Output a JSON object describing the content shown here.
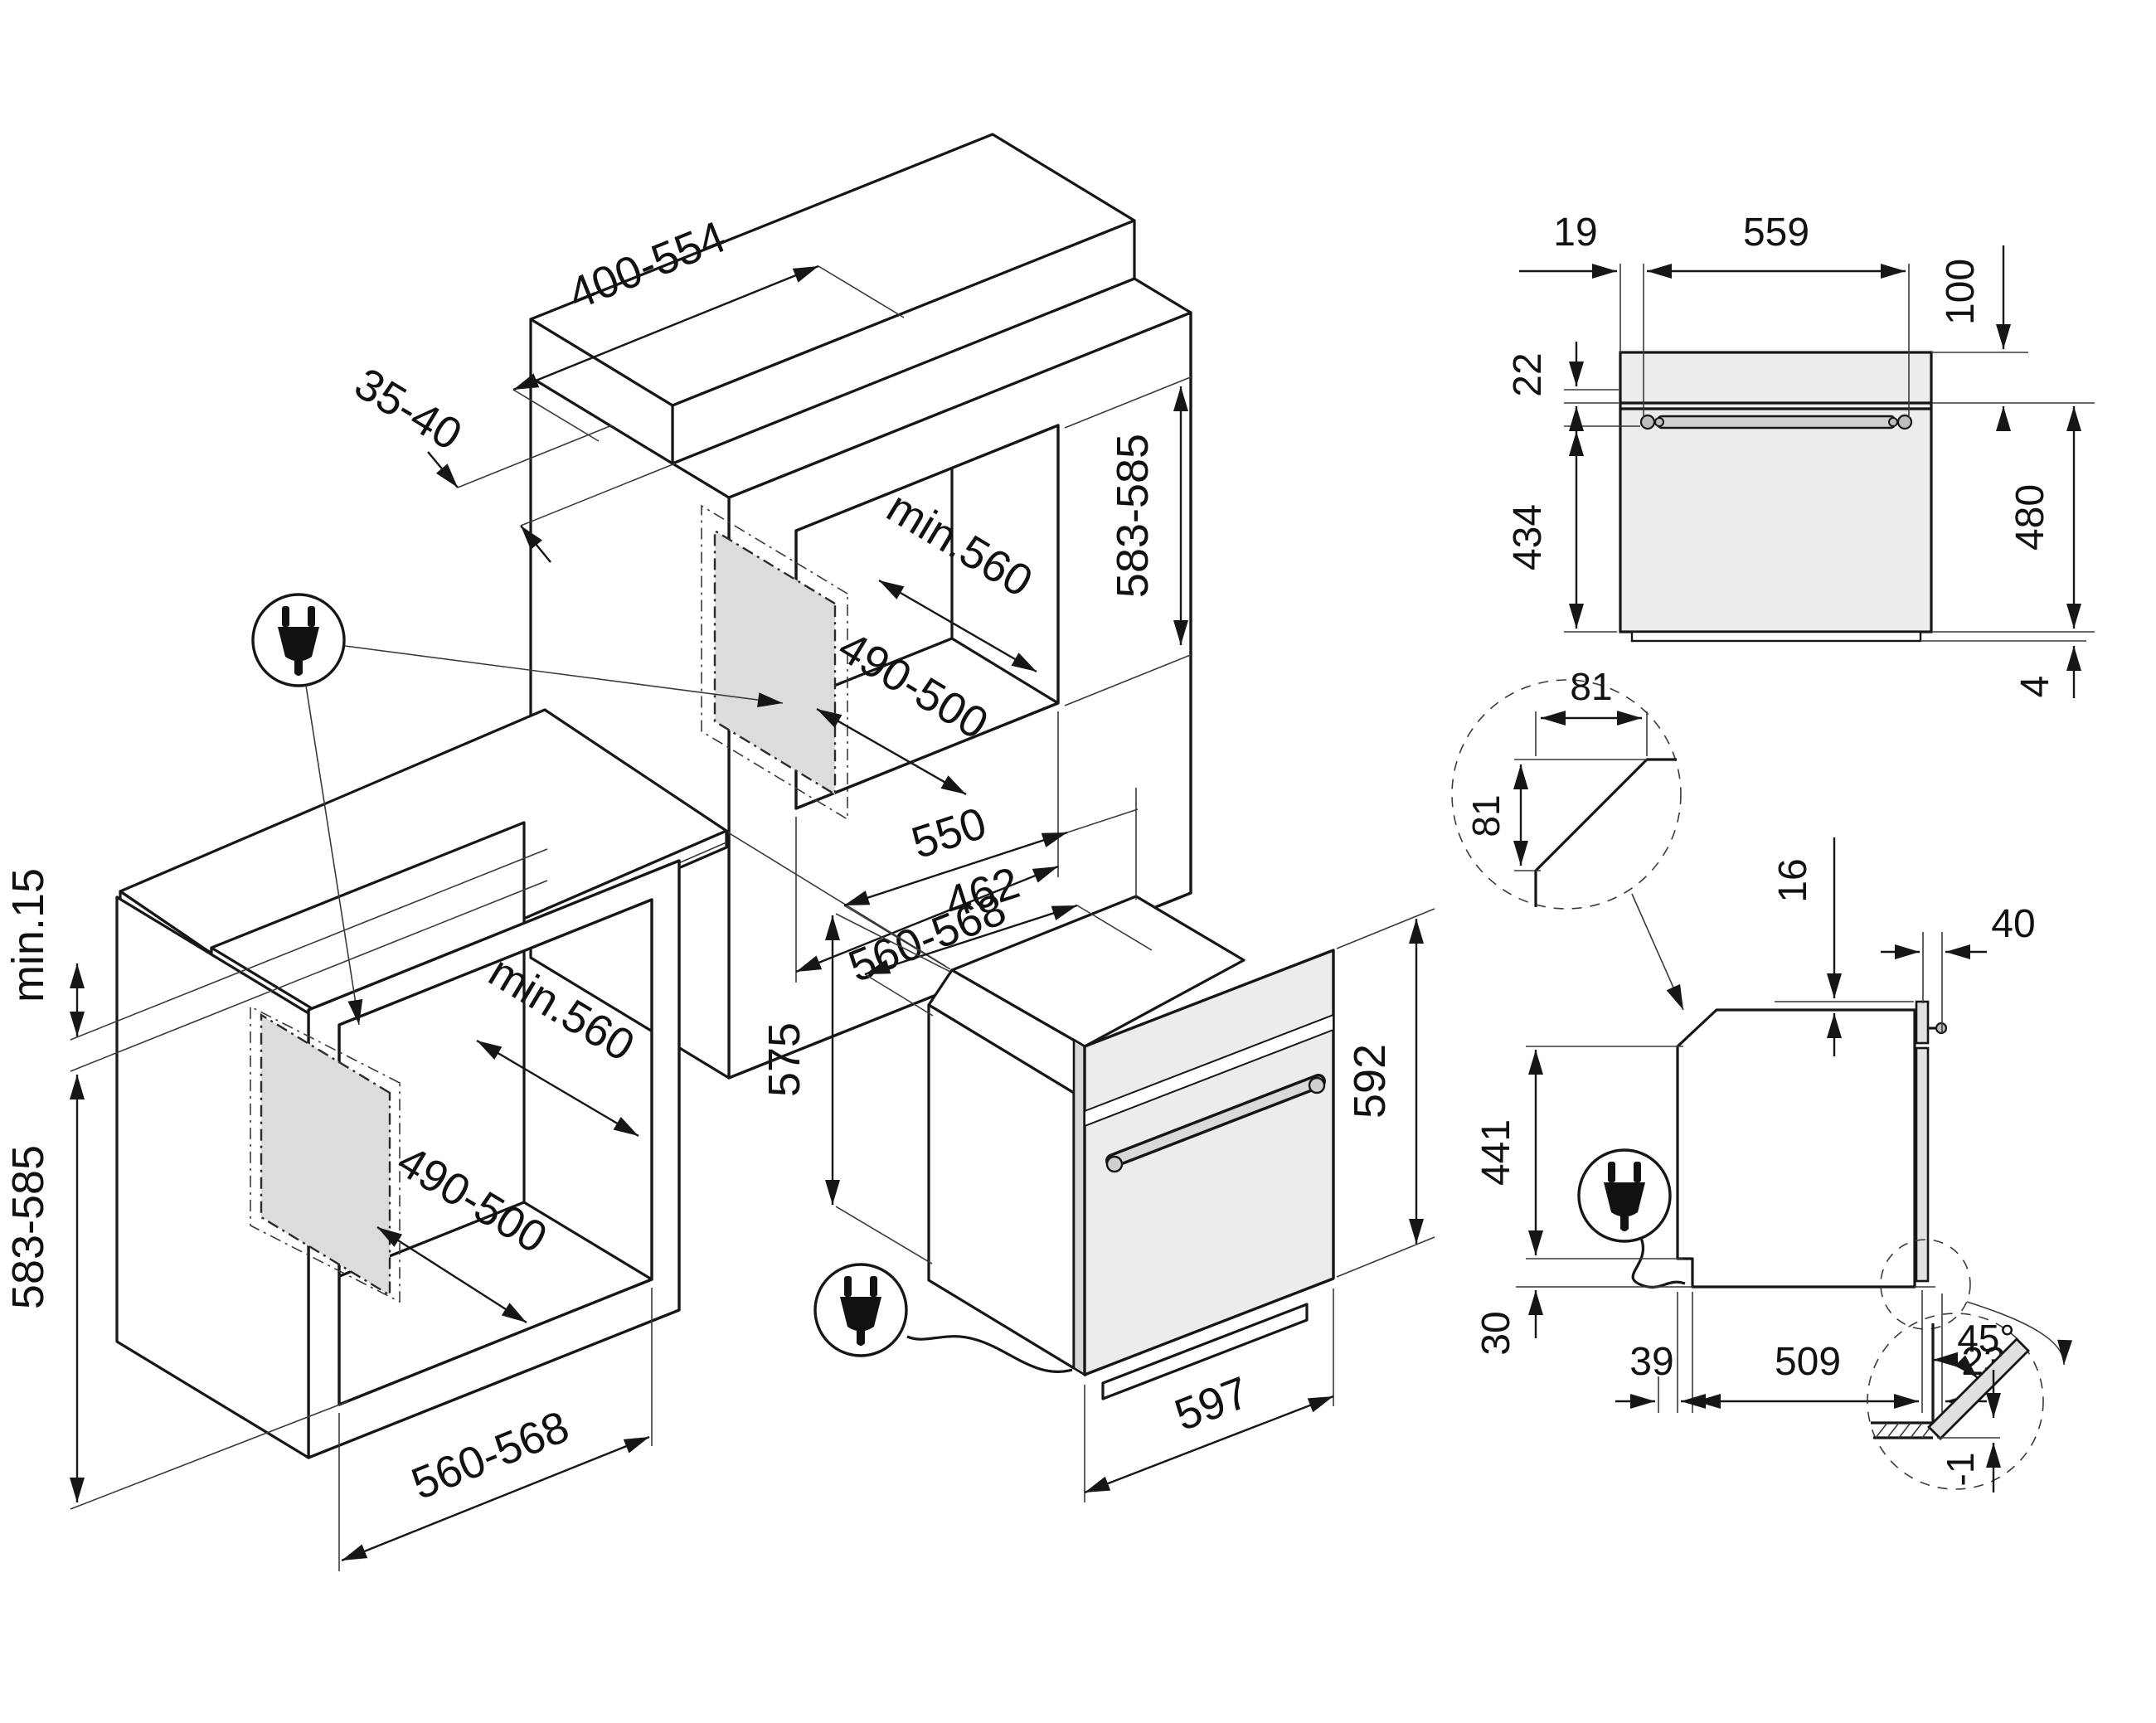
{
  "diagram": {
    "type": "appliance-installation-drawing",
    "units": "mm",
    "line_color": "#161616",
    "fill_gray": "#e8e8e8",
    "tall_cabinet": {
      "top_cutout_width": "400-554",
      "top_front_rail": "35-40",
      "niche_depth": "min.560",
      "niche_rear_width": "490-500",
      "niche_width": "560-568",
      "niche_height": "583-585"
    },
    "base_cabinet": {
      "worktop_clearance": "min.15",
      "niche_height": "583-585",
      "niche_depth": "min.560",
      "niche_rear_width": "490-500",
      "niche_width": "560-568"
    },
    "oven_iso": {
      "depth_total": "550",
      "depth_body": "462",
      "height_body": "575",
      "height_front": "592",
      "width_front": "597"
    },
    "rear_view": {
      "rail_offset": "19",
      "rail_width": "559",
      "top_inset": "100",
      "seam_gap": "22",
      "rail_to_base": "434",
      "seam_to_base": "480",
      "foot": "4"
    },
    "chamfer_detail": {
      "width": "81",
      "height": "81"
    },
    "side_view": {
      "top_gap": "16",
      "front_depth": "40",
      "rear_height": "441",
      "plinth": "30",
      "rear_gap": "39",
      "body_depth": "509",
      "door_overhang": "23"
    },
    "door_detail": {
      "angle": "45°",
      "drop": "-1"
    },
    "icons": {
      "plug": "power-plug"
    }
  }
}
